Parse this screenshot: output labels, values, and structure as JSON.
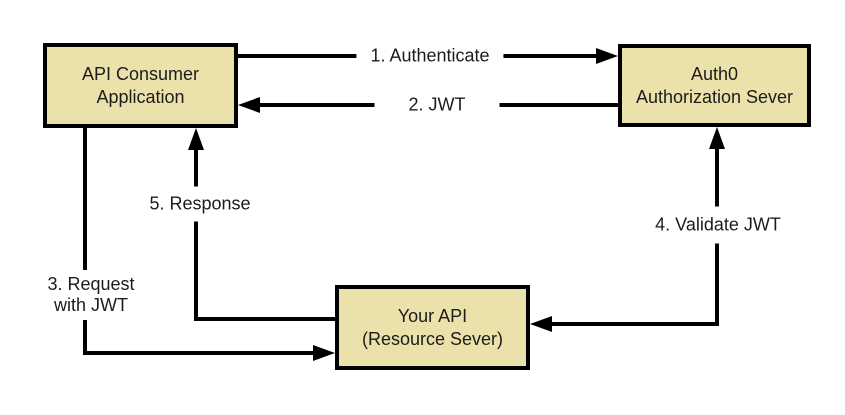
{
  "diagram": {
    "background": "#ffffff",
    "colors": {
      "node_fill": "#ebe1aa",
      "node_border": "#000000",
      "connector": "#000000",
      "text": "#1c1c1c"
    },
    "nodes": [
      {
        "id": "api-consumer-application",
        "line1": "API Consumer",
        "line2": "Application"
      },
      {
        "id": "auth0-authorization-server",
        "line1": "Auth0",
        "line2": "Authorization Sever"
      },
      {
        "id": "your-api-resource-server",
        "line1": "Your API",
        "line2": "(Resource Sever)"
      }
    ],
    "edges": [
      {
        "step": 1,
        "label": "1. Authenticate",
        "from": "api-consumer-application",
        "to": "auth0-authorization-server"
      },
      {
        "step": 2,
        "label": "2. JWT",
        "from": "auth0-authorization-server",
        "to": "api-consumer-application"
      },
      {
        "step": 3,
        "label_line1": "3. Request",
        "label_line2": "with JWT",
        "from": "api-consumer-application",
        "to": "your-api-resource-server"
      },
      {
        "step": 4,
        "label": "4. Validate JWT",
        "from": "your-api-resource-server",
        "to": "auth0-authorization-server",
        "bidirectional": true
      },
      {
        "step": 5,
        "label": "5. Response",
        "from": "your-api-resource-server",
        "to": "api-consumer-application"
      }
    ]
  }
}
